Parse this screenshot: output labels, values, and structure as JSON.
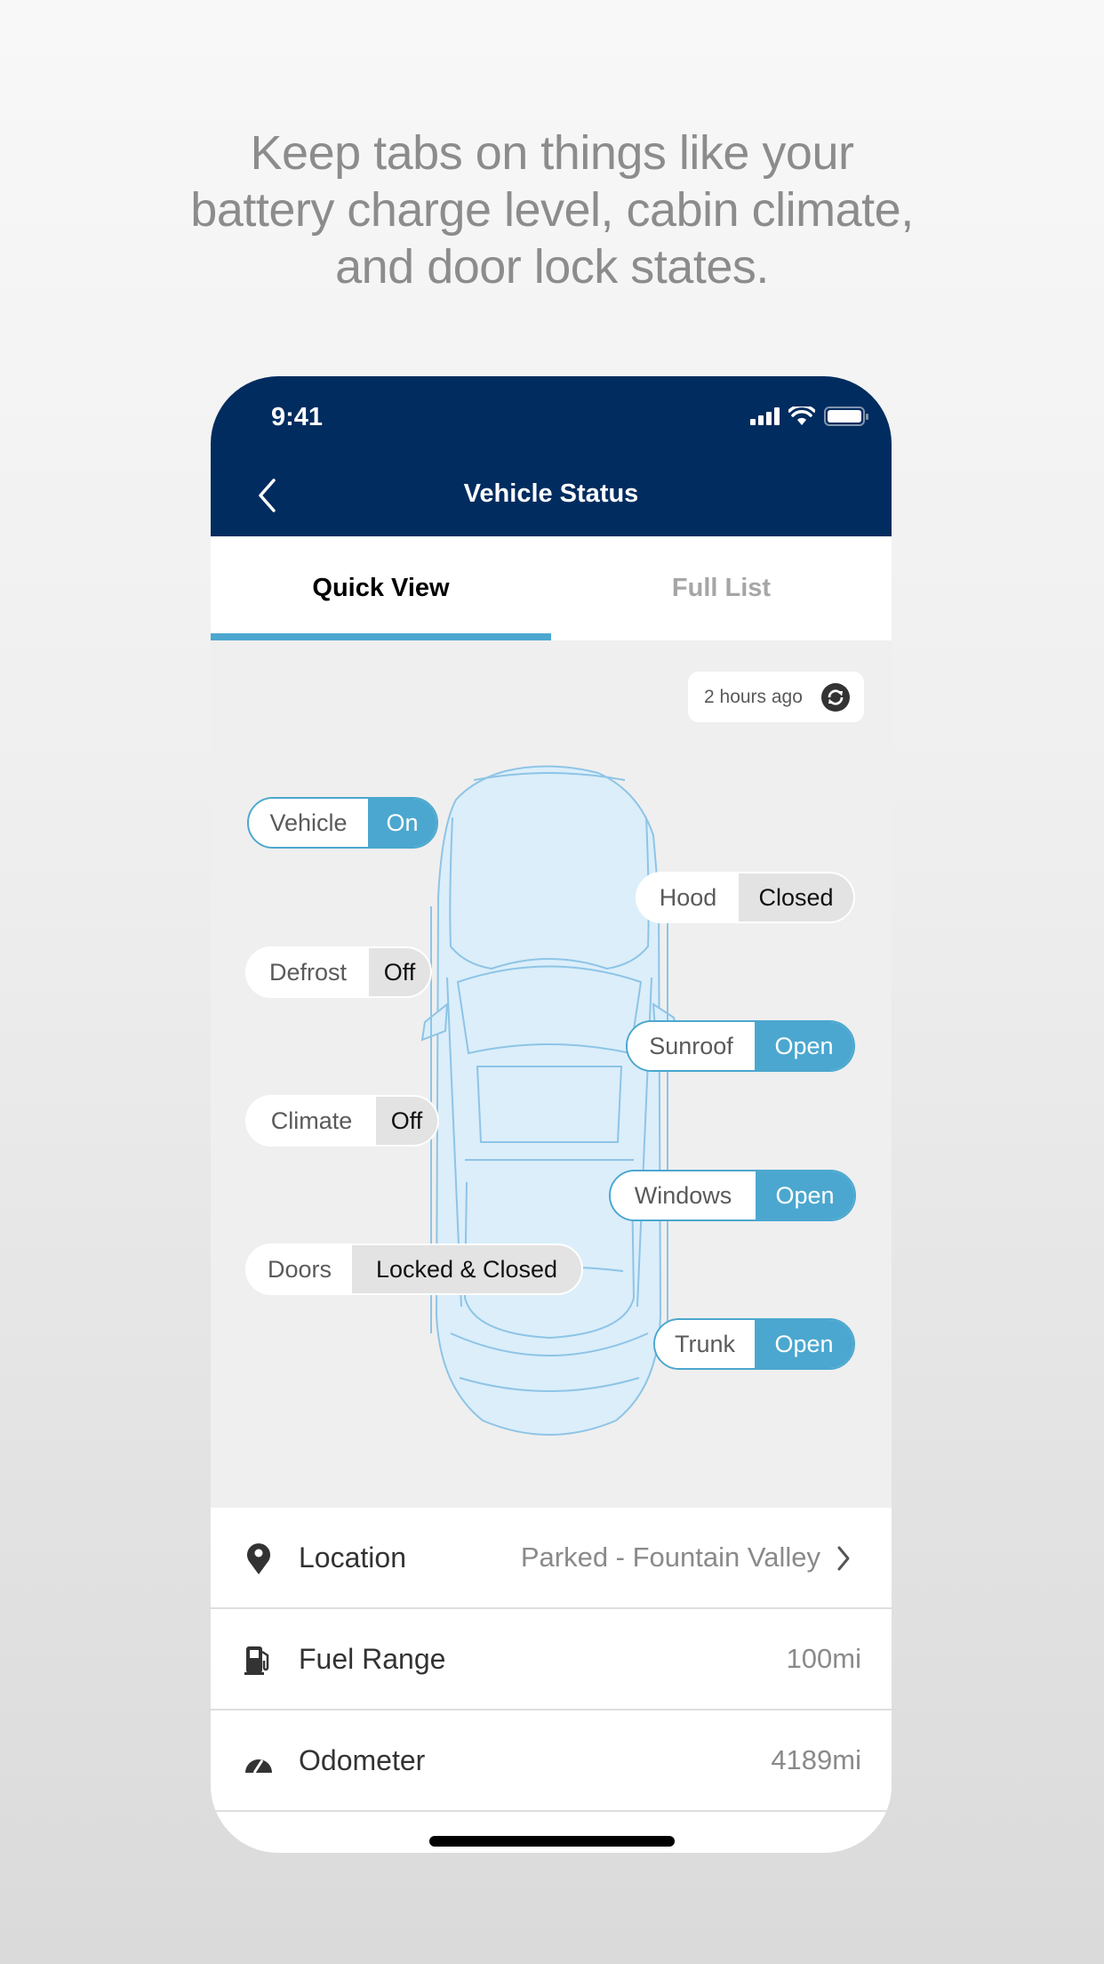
{
  "headline": {
    "lines": [
      "Keep tabs on things like your",
      "battery charge level, cabin climate,",
      "and door lock states."
    ]
  },
  "status_bar": {
    "time": "9:41",
    "icons": [
      "signal-icon",
      "wifi-icon",
      "battery-icon"
    ]
  },
  "header": {
    "title": "Vehicle Status",
    "back_icon": "chevron-left-icon"
  },
  "tabs": [
    {
      "label": "Quick View",
      "active": true
    },
    {
      "label": "Full List",
      "active": false
    }
  ],
  "last_updated": {
    "text": "2 hours ago",
    "icon": "refresh-icon"
  },
  "colors": {
    "navy": "#002c5f",
    "accent": "#4ba7cf",
    "off_bg": "#e3e3e3"
  },
  "statuses": [
    {
      "label": "Vehicle",
      "value": "On",
      "state": "on"
    },
    {
      "label": "Hood",
      "value": "Closed",
      "state": "off"
    },
    {
      "label": "Defrost",
      "value": "Off",
      "state": "off"
    },
    {
      "label": "Sunroof",
      "value": "Open",
      "state": "on"
    },
    {
      "label": "Climate",
      "value": "Off",
      "state": "off"
    },
    {
      "label": "Windows",
      "value": "Open",
      "state": "on"
    },
    {
      "label": "Doors",
      "value": "Locked & Closed",
      "state": "off"
    },
    {
      "label": "Trunk",
      "value": "Open",
      "state": "on"
    }
  ],
  "details": [
    {
      "icon": "location-pin-icon",
      "label": "Location",
      "value": "Parked - Fountain Valley",
      "has_chevron": true
    },
    {
      "icon": "fuel-pump-icon",
      "label": "Fuel Range",
      "value": "100mi",
      "has_chevron": false
    },
    {
      "icon": "speedometer-icon",
      "label": "Odometer",
      "value": "4189mi",
      "has_chevron": false
    }
  ]
}
